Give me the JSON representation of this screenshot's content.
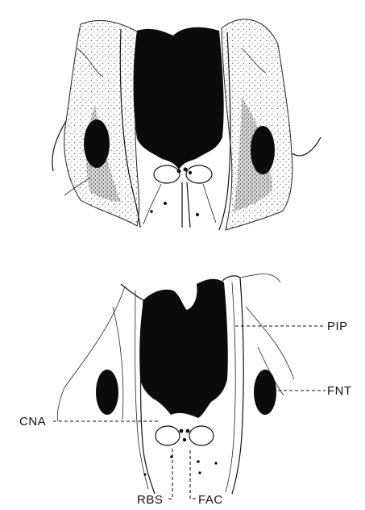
{
  "labels": {
    "pip": "PIP",
    "fnt": "FNT",
    "cna": "CNA",
    "rbs": "RBS",
    "fac": "FAC"
  },
  "colors": {
    "ink": "#0b0b0b",
    "stipple": "#555555",
    "paper": "#ffffff"
  },
  "panels": [
    "upper-stippled-section",
    "lower-outline-section"
  ]
}
